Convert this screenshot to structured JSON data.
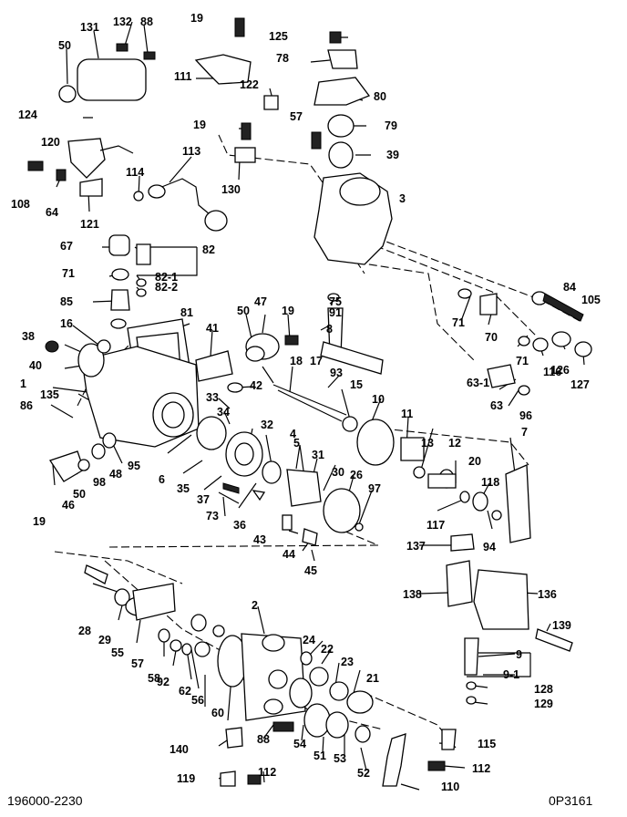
{
  "diagram": {
    "footer_left": "196000-2230",
    "footer_right": "0P3161",
    "labels": [
      "132",
      "88",
      "19",
      "131",
      "50",
      "125",
      "78",
      "111",
      "122",
      "80",
      "124",
      "57",
      "79",
      "19",
      "120",
      "39",
      "113",
      "114",
      "3",
      "108",
      "64",
      "130",
      "121",
      "67",
      "82",
      "71",
      "82-1",
      "82-2",
      "85",
      "84",
      "105",
      "75",
      "91",
      "71",
      "70",
      "47",
      "50",
      "19",
      "8",
      "81",
      "71",
      "116",
      "126",
      "127",
      "38",
      "16",
      "93",
      "63-1",
      "40",
      "1",
      "135",
      "41",
      "18",
      "17",
      "42",
      "15",
      "33",
      "10",
      "63",
      "96",
      "86",
      "34",
      "32",
      "11",
      "13",
      "12",
      "7",
      "4",
      "48",
      "95",
      "5",
      "31",
      "20",
      "118",
      "50",
      "98",
      "6",
      "35",
      "37",
      "30",
      "26",
      "97",
      "46",
      "36",
      "117",
      "94",
      "73",
      "19",
      "43",
      "44",
      "137",
      "45",
      "138",
      "136",
      "28",
      "29",
      "2",
      "139",
      "55",
      "57",
      "58",
      "24",
      "22",
      "9",
      "92",
      "62",
      "23",
      "21",
      "9-1",
      "56",
      "60",
      "128",
      "129",
      "88",
      "54",
      "51",
      "53",
      "115",
      "140",
      "52",
      "112",
      "119",
      "112",
      "110"
    ]
  }
}
